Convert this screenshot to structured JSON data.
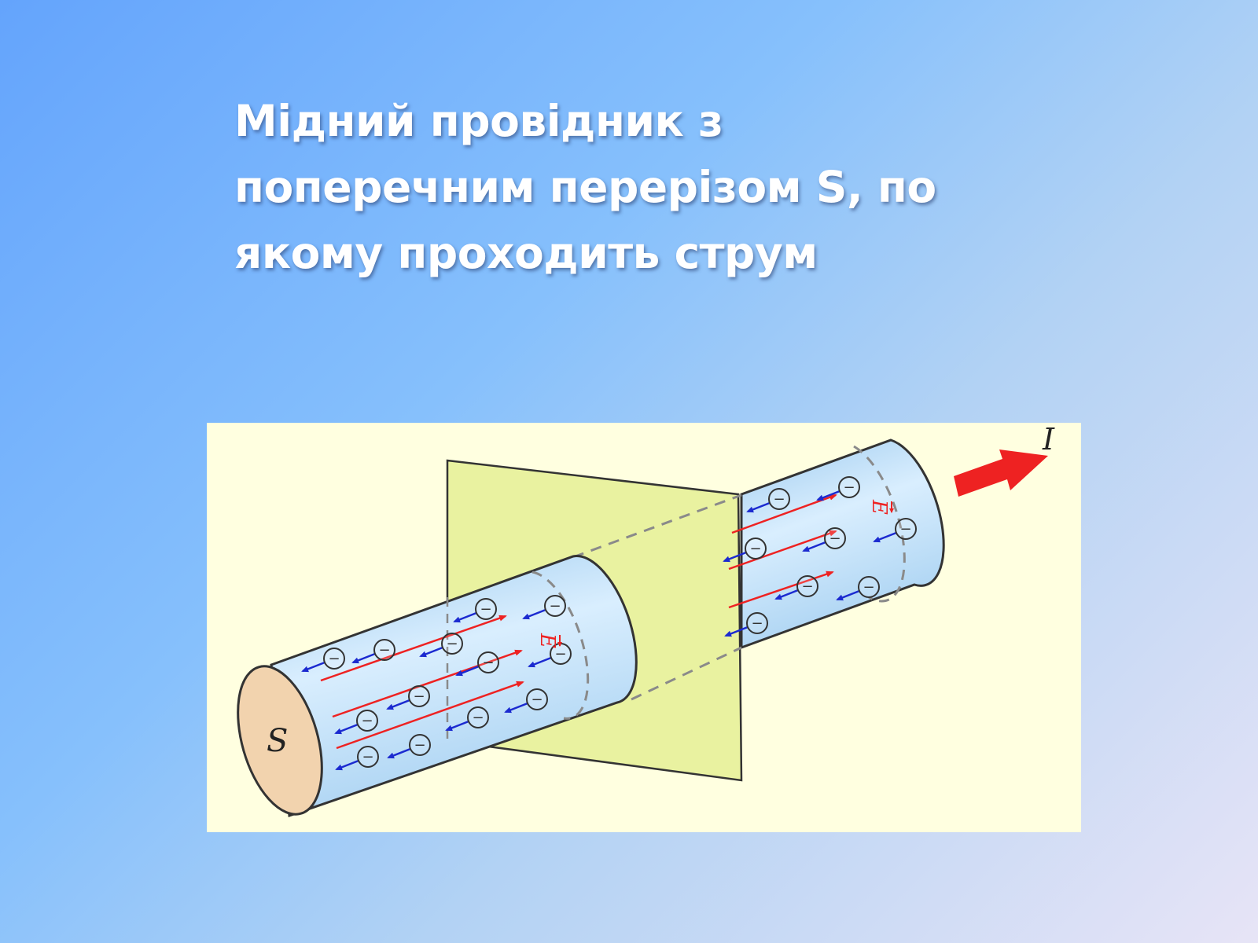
{
  "slide": {
    "title_lines": [
      "Мідний провідник з",
      "поперечним перерізом  S, по",
      "якому проходить струм"
    ]
  },
  "diagram": {
    "cross_section_label": "S",
    "current_label": "I",
    "field_label": "E",
    "electron_sign": "−",
    "colors": {
      "figure_background": "#ffffe0",
      "plane_fill": "#e9f2a0",
      "cylinder_body": "#cbe5fa",
      "cross_section_face": "#f2d3ae",
      "field_arrow": "#ee2222",
      "electron_velocity": "#1b2ad0",
      "current_arrow": "#ee2222",
      "outline": "#333333",
      "hidden_edges": "#8a8a8a"
    }
  }
}
